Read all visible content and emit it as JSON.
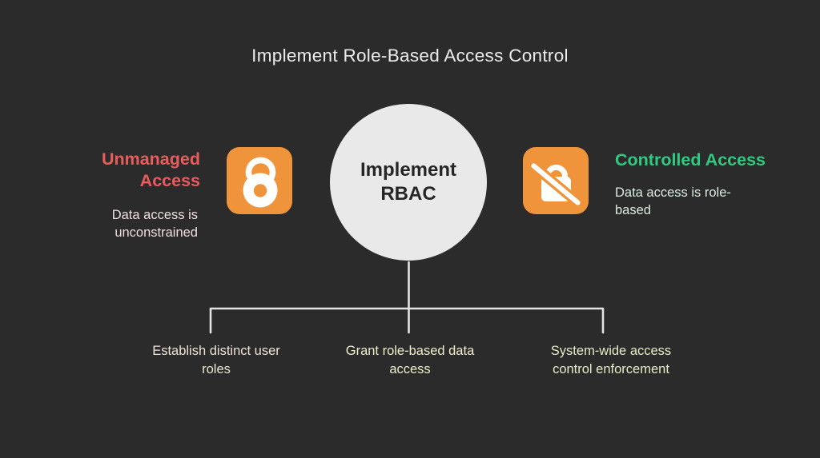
{
  "title": "Implement Role-Based Access Control",
  "colors": {
    "background": "#2b2b2b",
    "title_text": "#ececec",
    "unmanaged_heading": "#ea5c5c",
    "controlled_heading": "#2fcb80",
    "icon_background": "#f0943c",
    "icon_glyph": "#ffffff",
    "circle_fill": "#e9e9e9",
    "circle_text": "#262626",
    "connector": "#e3e3e3",
    "unmanaged_description_text": "#eedede",
    "controlled_description_text": "#d9ecdf",
    "branch_label_1": "#eee3d3",
    "branch_label_2": "#f0edc9",
    "branch_label_3": "#e5ecc6"
  },
  "center_node": {
    "label": "Implement RBAC"
  },
  "unmanaged": {
    "heading": "Unmanaged Access",
    "description": "Data access is unconstrained",
    "icon": "unlock-open-icon"
  },
  "controlled": {
    "heading": "Controlled Access",
    "description": "Data access is role-based",
    "icon": "lock-slash-icon"
  },
  "branches": [
    {
      "label": "Establish distinct user roles"
    },
    {
      "label": "Grant role-based data access"
    },
    {
      "label": "System-wide access control enforcement"
    }
  ]
}
